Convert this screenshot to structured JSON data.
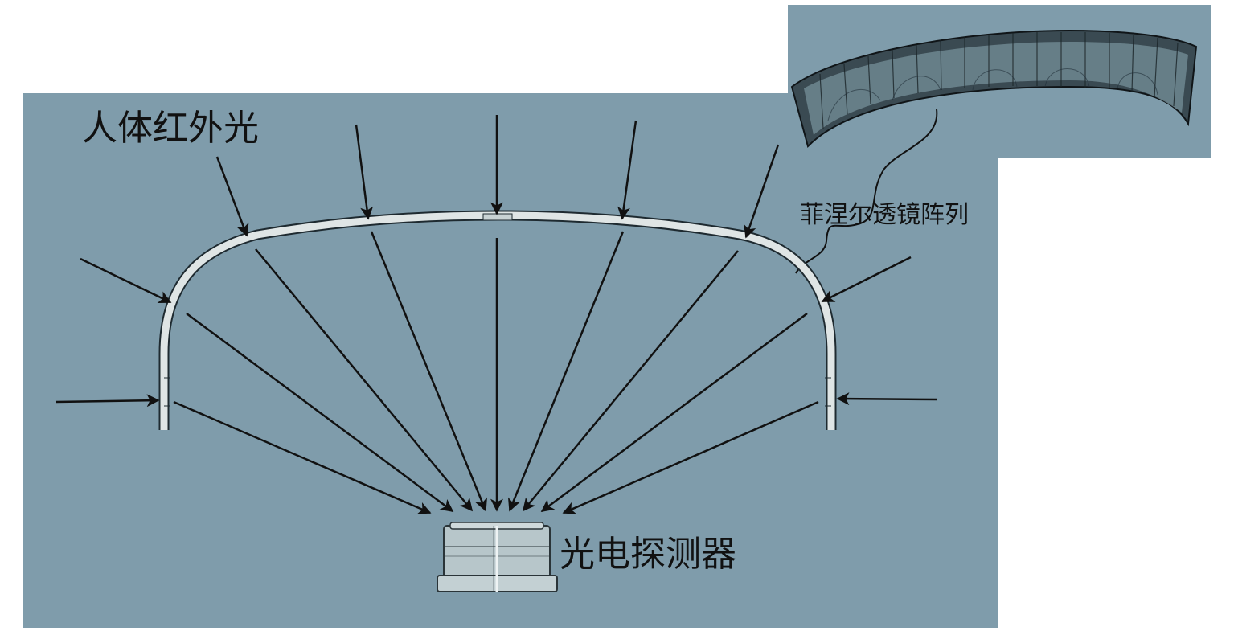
{
  "diagram": {
    "labels": {
      "infrared_light": "人体红外光",
      "fresnel_lens_array": "菲涅尔透镜阵列",
      "photodetector": "光电探测器"
    },
    "colors": {
      "panel_background": "#7f9cab",
      "lens_fill": "#dfe5e5",
      "lens_outline": "#1e2a30",
      "arrow": "#111111",
      "detector_fill": "#b7c6ca",
      "detector_outline": "#2a3438"
    }
  }
}
